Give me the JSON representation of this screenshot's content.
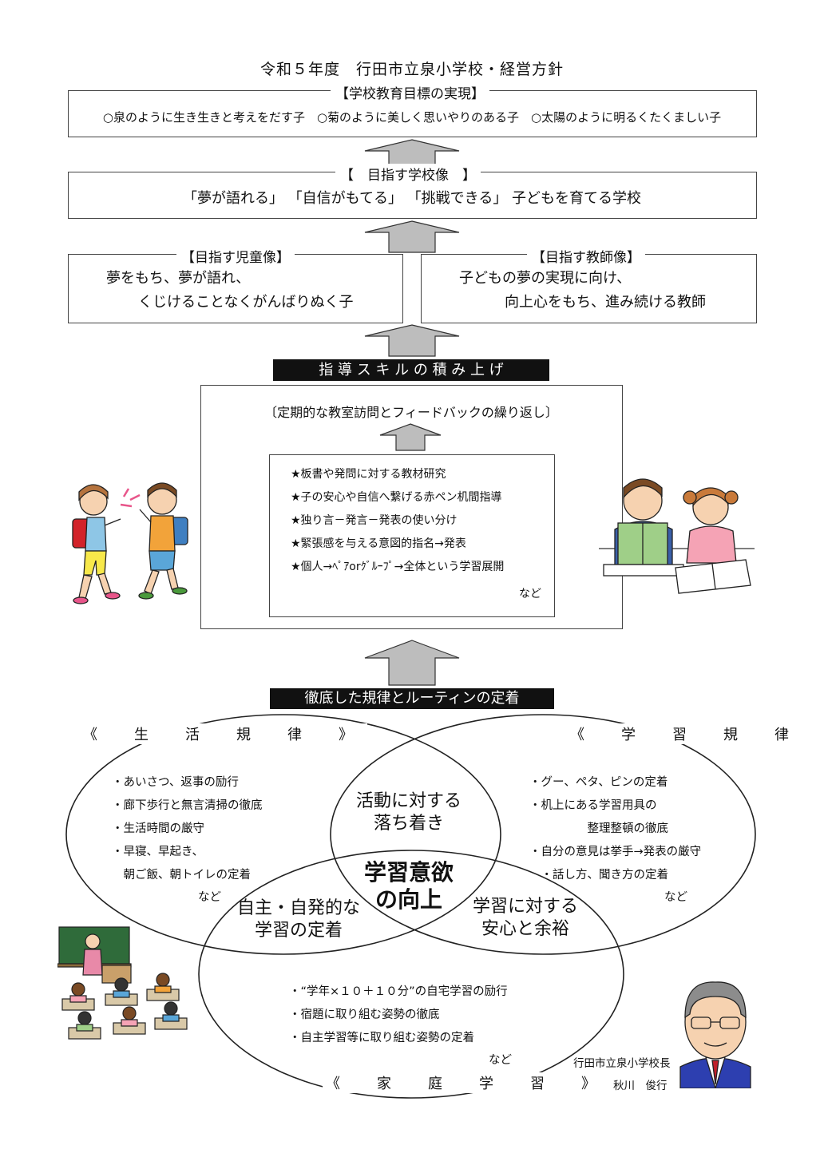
{
  "title": "令和５年度　行田市立泉小学校・経営方針",
  "goals": {
    "heading": "【学校教育目標の実現】",
    "text": "○泉のように生き生きと考えをだす子　○菊のように美しく思いやりのある子　○太陽のように明るくたくましい子"
  },
  "school_vision": {
    "heading": "【　目指す学校像　】",
    "text": "「夢が語れる」 「自信がもてる」 「挑戦できる」 子どもを育てる学校"
  },
  "child_ideal": {
    "heading": "【目指す児童像】",
    "lines": [
      "夢をもち、夢が語れ、",
      "くじけることなくがんばりぬく子"
    ]
  },
  "teacher_ideal": {
    "heading": "【目指す教師像】",
    "lines": [
      "子どもの夢の実現に向け、",
      "向上心をもち、進み続ける教師"
    ]
  },
  "skills": {
    "bar": "指 導 ス キ ル の 積 み 上 げ",
    "subtitle": "〔定期的な教室訪問とフィードバックの繰り返し〕",
    "items": [
      "★板書や発問に対する教材研究",
      "★子の安心や自信へ繋げる赤ペン机間指導",
      "★独り言－発言－発表の使い分け",
      "★緊張感を与える意図的指名→発表",
      "★個人→ﾍﾟｱorｸﾞﾙｰﾌﾟ→全体という学習展開"
    ],
    "etc": "など"
  },
  "routine_bar": "徹底した規律とルーティンの定着",
  "life_rules": {
    "title": "《　生　活　規　律　》",
    "items": [
      "・あいさつ、返事の励行",
      "・廊下歩行と無言清掃の徹底",
      "・生活時間の厳守",
      "・早寝、早起き、",
      "　朝ご飯、朝トイレの定着"
    ],
    "etc": "など"
  },
  "study_rules": {
    "title": "《　学　習　規　律　》",
    "items": [
      "・グー、ペタ、ピンの定着",
      "・机上にある学習用具の",
      "　　　　　整理整頓の徹底",
      "・自分の意見は挙手→発表の厳守",
      "　・話し方、聞き方の定着"
    ],
    "etc": "など"
  },
  "home_study": {
    "title": "《　家　庭　学　習　》",
    "items": [
      "・“学年×１０＋１０分”の自宅学習の励行",
      "・宿題に取り組む姿勢の徹底",
      "・自主学習等に取り組む姿勢の定着"
    ],
    "etc": "など"
  },
  "overlaps": {
    "life_study": [
      "活動に対する",
      "落ち着き"
    ],
    "life_home": [
      "自主・自発的な",
      "学習の定着"
    ],
    "study_home": [
      "学習に対する",
      "安心と余裕"
    ],
    "center": [
      "学習意欲",
      "の向上"
    ]
  },
  "signature": {
    "role": "行田市立泉小学校長",
    "name": "秋川　俊行"
  }
}
